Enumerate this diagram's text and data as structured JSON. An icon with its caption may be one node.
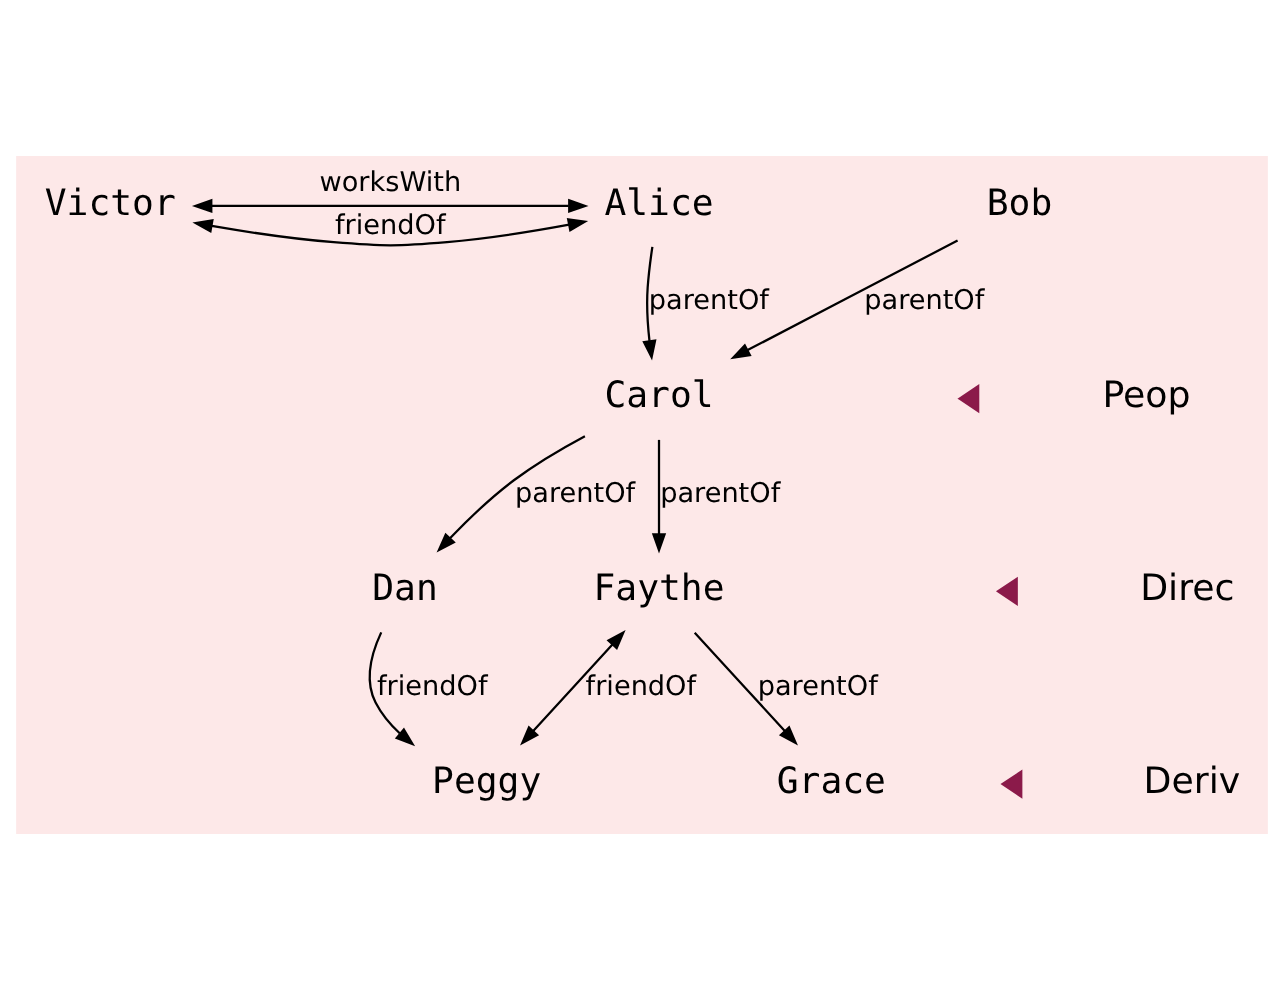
{
  "diagram": {
    "nodes": [
      {
        "text": [
          "Victor"
        ]
      },
      {
        "text": [
          "Alice"
        ]
      },
      {
        "text": [
          "Bob"
        ]
      },
      {
        "text": [
          "Carol"
        ]
      },
      {
        "text": [
          "Dan"
        ]
      },
      {
        "text": [
          "Faythe"
        ]
      },
      {
        "text": [
          "Peggy"
        ]
      },
      {
        "text": [
          "Grace"
        ]
      }
    ],
    "edges": [
      {
        "from": 0,
        "to": 1,
        "arrow": "both",
        "label": "worksWith"
      },
      {
        "from": 0,
        "to": 1,
        "arrow": "both",
        "label": "friendOf"
      },
      {
        "from": 1,
        "to": 3,
        "arrow": "to",
        "label": "parentOf"
      },
      {
        "from": 2,
        "to": 3,
        "arrow": "to",
        "label": "parentOf"
      },
      {
        "from": 3,
        "to": 4,
        "arrow": "to",
        "label": "parentOf"
      },
      {
        "from": 3,
        "to": 5,
        "arrow": "to",
        "label": "parentOf"
      },
      {
        "from": 5,
        "to": 7,
        "arrow": "to",
        "label": "parentOf"
      },
      {
        "from": 4,
        "to": 6,
        "arrow": "to",
        "label": "friendOf"
      },
      {
        "from": 6,
        "to": 5,
        "arrow": "both",
        "label": "friendOf"
      }
    ],
    "labels": [
      "Peop",
      "Direc",
      "Deriv"
    ]
  }
}
